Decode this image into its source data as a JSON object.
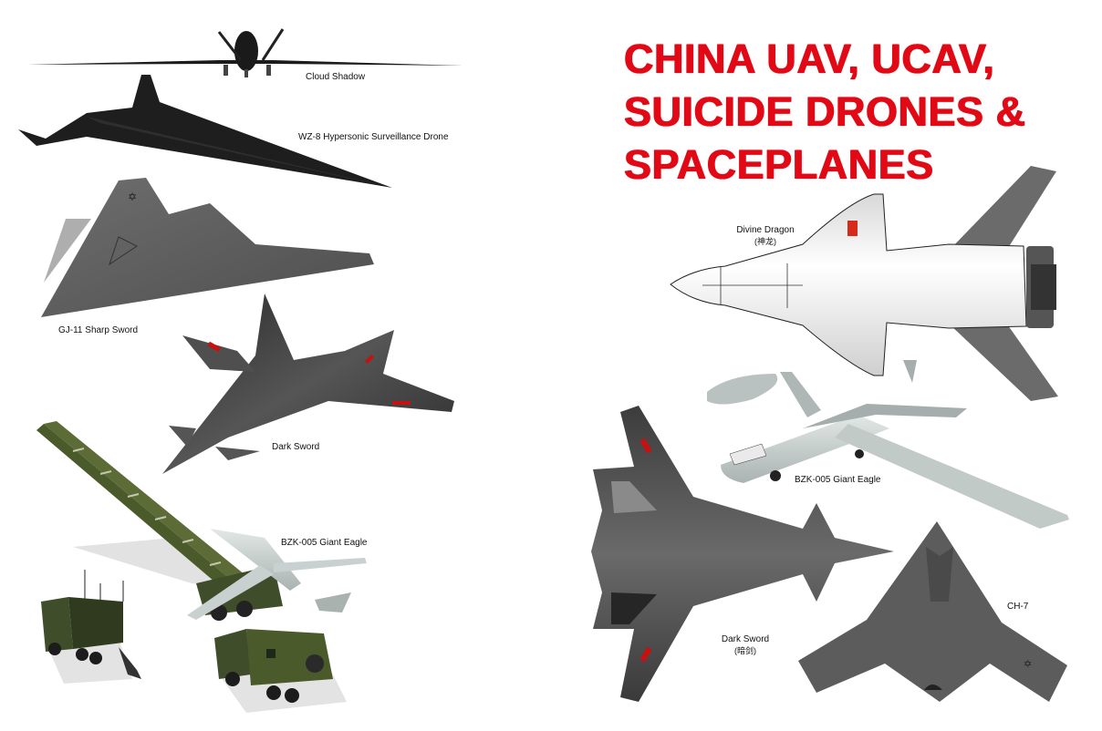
{
  "poster": {
    "title_lines": [
      "CHINA UAV, UCAV,",
      "SUICIDE DRONES &",
      "SPACEPLANES"
    ],
    "title_color": "#e10915",
    "background": "#ffffff"
  },
  "aircraft": [
    {
      "id": "cloud-shadow",
      "name": "Cloud Shadow",
      "subtitle": "",
      "panel": "left",
      "color": "#1a1a1a"
    },
    {
      "id": "wz-8",
      "name": "WZ-8 Hypersonic Surveillance Drone",
      "subtitle": "",
      "panel": "left",
      "color": "#1c1c1c"
    },
    {
      "id": "gj-11",
      "name": "GJ-11 Sharp Sword",
      "subtitle": "",
      "panel": "left",
      "color": "#555555"
    },
    {
      "id": "dark-sword-left",
      "name": "Dark Sword",
      "subtitle": "",
      "panel": "left",
      "color": "#3a3a3a"
    },
    {
      "id": "bzk-005-left",
      "name": "BZK-005 Giant Eagle",
      "subtitle": "",
      "panel": "left",
      "color": "#c9d1d0"
    },
    {
      "id": "divine-dragon",
      "name": "Divine Dragon",
      "subtitle": "(神龙)",
      "panel": "right",
      "color": "#f4f4f4"
    },
    {
      "id": "bzk-005-right",
      "name": "BZK-005 Giant Eagle",
      "subtitle": "",
      "panel": "right",
      "color": "#b9c2c0"
    },
    {
      "id": "dark-sword-right",
      "name": "Dark Sword",
      "subtitle": "(暗剑)",
      "panel": "right",
      "color": "#4a4a4a"
    },
    {
      "id": "ch-7",
      "name": "CH-7",
      "subtitle": "",
      "panel": "right",
      "color": "#5a5a5a"
    }
  ],
  "ground_equipment": {
    "launcher_color": "#4b5a2a",
    "truck_color": "#3f4d2a"
  },
  "markings": {
    "roundel_color": "#cc1111",
    "flag_color": "#d62a1a"
  }
}
